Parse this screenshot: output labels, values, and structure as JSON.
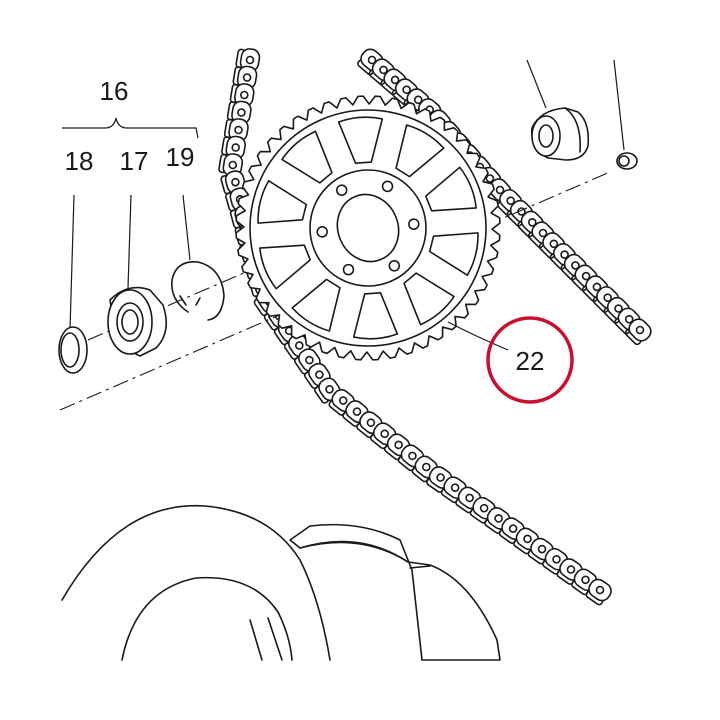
{
  "callouts": {
    "group_label": "16",
    "retaining_ring_18": "18",
    "bearing_17": "17",
    "circlip_19": "19",
    "sprocket_22": "22"
  },
  "highlight": {
    "target": "22",
    "color": "#c8102e"
  },
  "icons": {
    "sprocket": "rear-sprocket-drawing",
    "chain": "drive-chain-drawing",
    "bearing": "bearing-drawing",
    "wheel": "wheel-hub-drawing"
  }
}
